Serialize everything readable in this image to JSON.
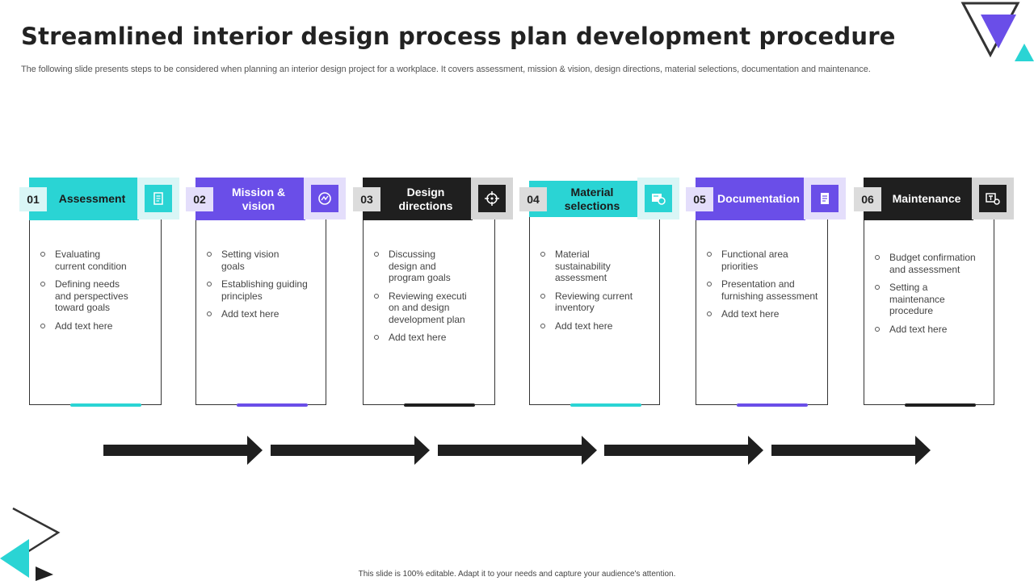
{
  "title": "Streamlined interior design process plan development procedure",
  "subtitle": "The following slide presents steps to be considered when planning an interior design project for a workplace. It covers assessment, mission & vision, design directions, material selections, documentation and maintenance.",
  "footer": "This slide is 100% editable. Adapt it to your needs and capture your audience's attention.",
  "colors": {
    "teal": "#2ad4d4",
    "purple": "#6a4ee8",
    "black": "#1f1f1f"
  },
  "steps": [
    {
      "number": "01",
      "title": "Assessment",
      "theme": "teal",
      "icon": "document-icon",
      "bullets": [
        "Evaluating current condition",
        "Defining needs and perspectives toward goals",
        "Add text here"
      ]
    },
    {
      "number": "02",
      "title": "Mission & vision",
      "theme": "purple",
      "icon": "target-goal-icon",
      "bullets": [
        "Setting vision goals",
        "Establishing guiding principles",
        "Add text here"
      ]
    },
    {
      "number": "03",
      "title": "Design directions",
      "theme": "black",
      "icon": "crosshair-icon",
      "bullets": [
        "Discussing design and program goals",
        "Reviewing executi on and design development plan",
        "Add text here"
      ]
    },
    {
      "number": "04",
      "title": "Material selections",
      "theme": "teal",
      "icon": "materials-icon",
      "bullets": [
        "Material sustainability assessment",
        "Reviewing current inventory",
        "Add text here"
      ]
    },
    {
      "number": "05",
      "title": "Documentation",
      "theme": "purple",
      "icon": "documentation-icon",
      "bullets": [
        "Functional area priorities",
        "Presentation and furnishing assessment",
        "Add text here"
      ]
    },
    {
      "number": "06",
      "title": "Maintenance",
      "theme": "black",
      "icon": "maintenance-tools-icon",
      "bullets": [
        "Budget confirmation and assessment",
        "Setting a maintenance procedure",
        "Add text here"
      ]
    }
  ]
}
